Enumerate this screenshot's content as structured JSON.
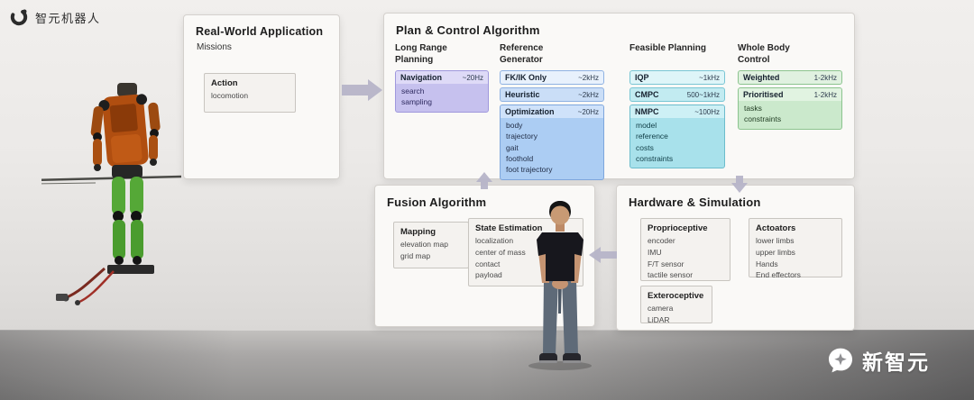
{
  "brand": {
    "logo_text": "智元机器人"
  },
  "watermark": {
    "text": "新智元"
  },
  "colors": {
    "accent_purple": "#c6c1ee",
    "accent_blue": "#accdf3",
    "accent_cyan": "#a8e1eb",
    "accent_green": "#cbe9cc"
  },
  "real_world": {
    "title": "Real-World Application",
    "subtitle": "Missions",
    "action_title": "Action",
    "action_items": [
      "locomotion"
    ]
  },
  "plan_control": {
    "title": "Plan & Control Algorithm",
    "col1_header": "Long Range Planning",
    "col2_header": "Reference Generator",
    "col3_header": "Feasible Planning",
    "col4_header": "Whole Body Control",
    "navigation": {
      "name": "Navigation",
      "rate": "~20Hz",
      "items": [
        "search",
        "sampling"
      ]
    },
    "fkik": {
      "name": "FK/IK Only",
      "rate": "~2kHz"
    },
    "heuristic": {
      "name": "Heuristic",
      "rate": "~2kHz"
    },
    "optimization": {
      "name": "Optimization",
      "rate": "~20Hz",
      "items": [
        "body",
        "trajectory",
        "gait",
        "foothold",
        "foot trajectory"
      ]
    },
    "iqp": {
      "name": "IQP",
      "rate": "~1kHz"
    },
    "cmpc": {
      "name": "CMPC",
      "rate": "500~1kHz"
    },
    "nmpc": {
      "name": "NMPC",
      "rate": "~100Hz",
      "items": [
        "model",
        "reference",
        "costs",
        "constraints"
      ]
    },
    "weighted": {
      "name": "Weighted",
      "rate": "1-2kHz"
    },
    "prioritised": {
      "name": "Prioritised",
      "rate": "1-2kHz",
      "items": [
        "tasks",
        "constraints"
      ]
    }
  },
  "fusion": {
    "title": "Fusion Algorithm",
    "mapping": {
      "name": "Mapping",
      "items": [
        "elevation map",
        "grid map"
      ]
    },
    "state_estimation": {
      "name": "State Estimation",
      "items": [
        "localization",
        "center of mass",
        "contact",
        "payload"
      ]
    }
  },
  "hardware": {
    "title": "Hardware & Simulation",
    "proprioceptive": {
      "name": "Proprioceptive",
      "items": [
        "encoder",
        "IMU",
        "F/T sensor",
        "tactile sensor"
      ]
    },
    "exteroceptive": {
      "name": "Exteroceptive",
      "items": [
        "camera",
        "LiDAR"
      ]
    },
    "actuators": {
      "name": "Actoators",
      "items": [
        "lower limbs",
        "upper limbs",
        "Hands",
        "End effectors"
      ]
    }
  }
}
